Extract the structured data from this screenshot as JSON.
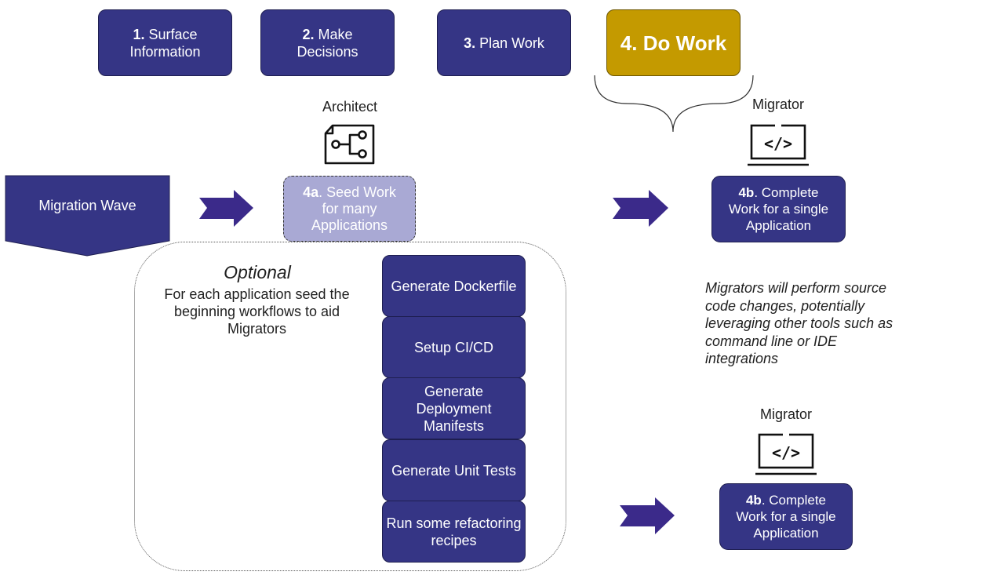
{
  "phases": [
    {
      "number": "1.",
      "text": "Surface Information"
    },
    {
      "number": "2.",
      "text": "Make Decisions"
    },
    {
      "number": "3.",
      "text": "Plan Work"
    },
    {
      "number": "",
      "text": "4. Do Work"
    }
  ],
  "migration_wave": "Migration Wave",
  "architect": {
    "role": "Architect",
    "task_number": "4a",
    "task_text": ". Seed Work for many Applications"
  },
  "optional": {
    "title": "Optional",
    "description": "For each application seed the beginning workflows to aid Migrators"
  },
  "workflows": [
    "Generate Dockerfile",
    "Setup CI/CD",
    "Generate Deployment Manifests",
    "Generate Unit Tests",
    "Run some refactoring recipes"
  ],
  "migrators": [
    {
      "role": "Migrator",
      "task_number": "4b",
      "task_text": ". Complete Work for a single Application"
    },
    {
      "role": "Migrator",
      "task_number": "4b",
      "task_text": ". Complete Work for a single Application"
    }
  ],
  "migrator_note": "Migrators will perform source code changes, potentially leveraging other tools such as command line or IDE integrations",
  "icons": {
    "architect": "diagram-document-icon",
    "migrator": "laptop-code-icon",
    "arrow": "right-arrow-icon"
  },
  "colors": {
    "box_fill": "#353585",
    "active_fill": "#c49a00",
    "seed_fill": "#a9a9d4",
    "arrow_fill": "#3b2a8a"
  }
}
